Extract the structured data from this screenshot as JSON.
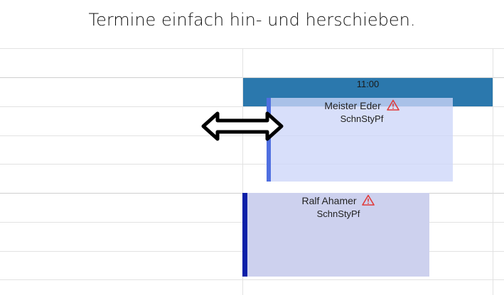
{
  "headline": "Termine einfach hin- und herschieben.",
  "calendar": {
    "time_label": "11:00",
    "appointments": [
      {
        "name": "Meister Eder",
        "service": "SchnStyPf",
        "warning_icon": "warning-triangle-icon",
        "accent_color": "#4f6fe0"
      },
      {
        "name": "Ralf Ahamer",
        "service": "SchnStyPf",
        "warning_icon": "warning-triangle-icon",
        "accent_color": "#0a1fa8"
      }
    ],
    "time_bar_color": "#2b78ad",
    "drag_icon": "horizontal-double-arrow-icon"
  }
}
